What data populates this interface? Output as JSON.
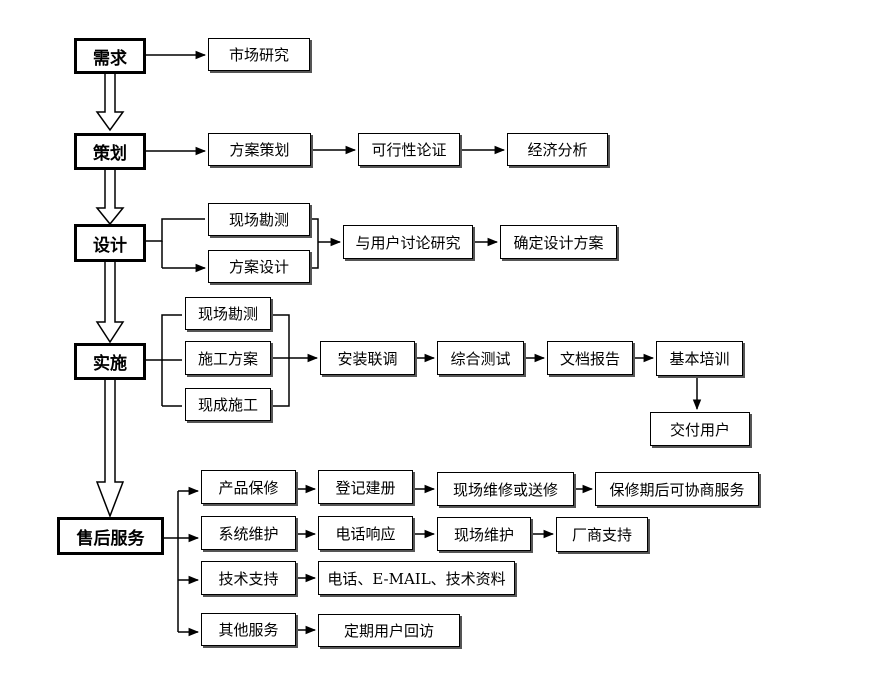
{
  "stages": {
    "demand": "需求",
    "planning": "策划",
    "design": "设计",
    "implement": "实施",
    "after_sales": "售后服务"
  },
  "demand": {
    "market_research": "市场研究"
  },
  "planning": {
    "plan_scheme": "方案策划",
    "feasibility": "可行性论证",
    "economic_analysis": "经济分析"
  },
  "design": {
    "site_survey": "现场勘测",
    "scheme_design": "方案设计",
    "discuss_with_user": "与用户讨论研究",
    "confirm_design": "确定设计方案"
  },
  "implement": {
    "site_survey": "现场勘测",
    "construction_plan": "施工方案",
    "site_construction": "现成施工",
    "install_debug": "安装联调",
    "integrated_test": "综合测试",
    "doc_report": "文档报告",
    "basic_training": "基本培训",
    "deliver_user": "交付用户"
  },
  "after_sales": {
    "warranty": "产品保修",
    "register": "登记建册",
    "onsite_repair": "现场维修或送修",
    "post_warranty": "保修期后可协商服务",
    "system_maintenance": "系统维护",
    "phone_response": "电话响应",
    "onsite_maintenance": "现场维护",
    "vendor_support": "厂商支持",
    "tech_support": "技术支持",
    "tech_contacts": "电话、E-MAIL、技术资料",
    "other_services": "其他服务",
    "regular_visit": "定期用户回访"
  }
}
